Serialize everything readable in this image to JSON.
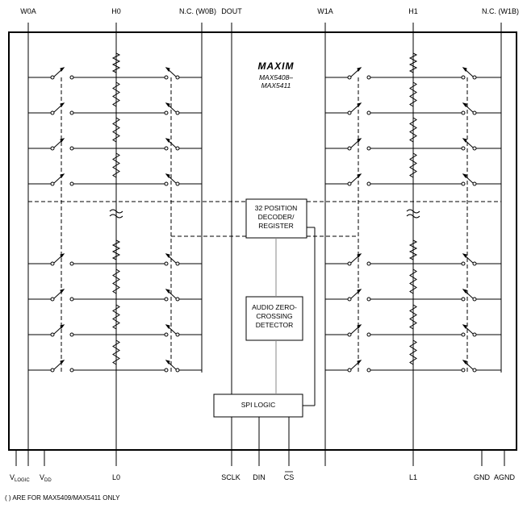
{
  "pins_top": {
    "w0a": "W0A",
    "h0": "H0",
    "nc_w0b": "N.C. (W0B)",
    "dout": "DOUT",
    "w1a": "W1A",
    "h1": "H1",
    "nc_w1b": "N.C. (W1B)"
  },
  "pins_bottom": {
    "vlogic_main": "V",
    "vlogic_sub": "LOGIC",
    "vdd_main": "V",
    "vdd_sub": "DD",
    "l0": "L0",
    "sclk": "SCLK",
    "din": "DIN",
    "cs": "CS",
    "l1": "L1",
    "gnd": "GND",
    "agnd": "AGND"
  },
  "logo": {
    "brand": "MAXIM",
    "part_line1": "MAX5408–",
    "part_line2": "MAX5411"
  },
  "blocks": {
    "decoder_line1": "32 POSITION",
    "decoder_line2": "DECODER/",
    "decoder_line3": "REGISTER",
    "zero_line1": "AUDIO ZERO-",
    "zero_line2": "CROSSING",
    "zero_line3": "DETECTOR",
    "spi": "SPI LOGIC"
  },
  "footnote": "( ) ARE FOR MAX5409/MAX5411 ONLY"
}
